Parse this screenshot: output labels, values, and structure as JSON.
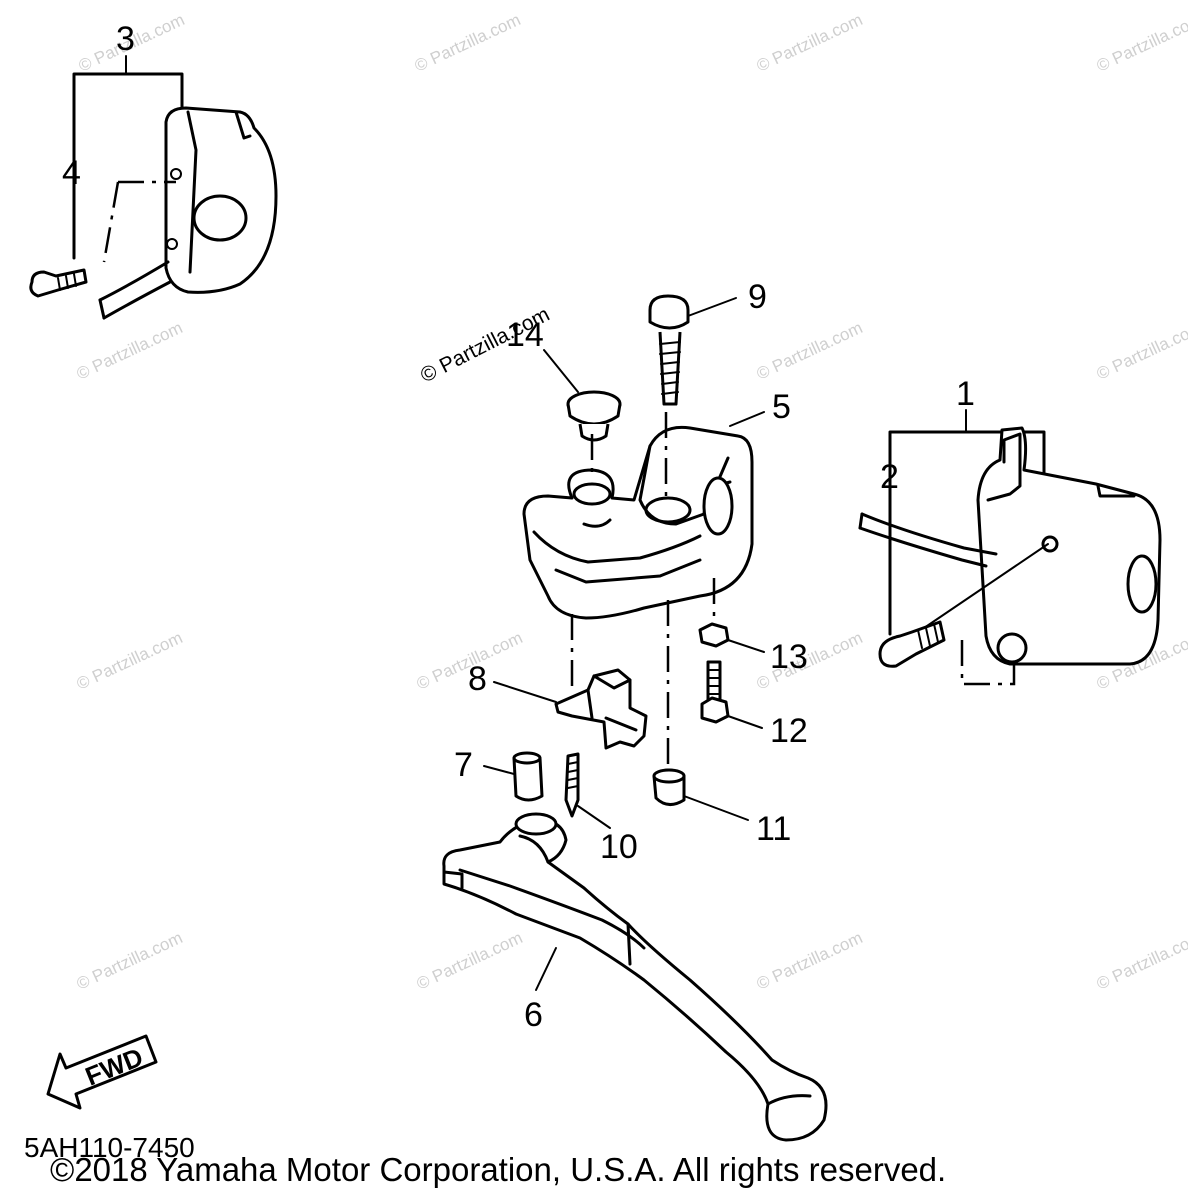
{
  "diagram": {
    "callouts": [
      "1",
      "2",
      "3",
      "4",
      "5",
      "6",
      "7",
      "8",
      "9",
      "10",
      "11",
      "12",
      "13",
      "14"
    ],
    "fwd_label": "FWD",
    "part_number": "5AH110-7450",
    "copyright": "©2018  Yamaha Motor Corporation, U.S.A. All rights reserved.",
    "watermark": "© Partzilla.com",
    "watermark_dark": "© Partzilla.com"
  }
}
